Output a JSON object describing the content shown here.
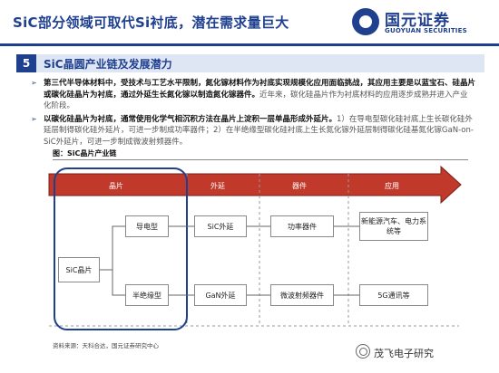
{
  "header": {
    "title": "SiC部分领域可取代Si衬底，潜在需求量巨大",
    "logo_cn": "国元证券",
    "logo_en": "GUOYUAN SECURITIES"
  },
  "section": {
    "number": "5",
    "title": "SiC晶圆产业链及发展潜力"
  },
  "bullets": [
    {
      "strong": "第三代半导体材料中，受技术与工艺水平限制，氮化镓材料作为衬底实现规模化应用面临挑战，其应用主要是以蓝宝石、硅晶片或碳化硅晶片为衬底，通过外延生长氮化镓以制造氮化镓器件。",
      "light": "近年来，碳化硅晶片作为衬底材料的应用逐步成熟并进入产业化阶段。"
    },
    {
      "strong": "以碳化硅晶片为衬底，通常使用化学气相沉积方法在晶片上淀积一层单晶形成外延片。",
      "light": "1）在导电型碳化硅衬底上生长碳化硅外延层制得碳化硅外延片，可进一步制成功率器件；2）在半绝缘型碳化硅衬底上生长氮化镓外延层制得碳化硅基氮化镓GaN-on-SiC外延片，可进一步制成微波射频器件。"
    }
  ],
  "figure": {
    "caption": "图：SiC晶片产业链",
    "stages": [
      "晶片",
      "外延",
      "器件",
      "应用"
    ],
    "nodes": {
      "source": "SiC晶片",
      "conductive": "导电型",
      "semi_insulating": "半绝缘型",
      "sic_epi": "SiC外延",
      "gan_epi": "GaN外延",
      "power_device": "功率器件",
      "rf_device": "微波射频器件",
      "app_power": "新能源汽车、电力系统等",
      "app_5g": "5G通讯等"
    },
    "colors": {
      "arrow_fill": "#c0392b",
      "highlight": "#1f3f8f",
      "divider": "#999999"
    }
  },
  "source_note": "资料来源：天科合达，国元证券研究中心",
  "watermark": "茂飞电子研究"
}
